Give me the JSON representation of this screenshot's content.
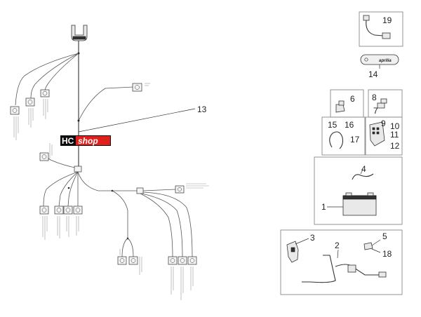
{
  "watermark": {
    "prefix": "HC",
    "suffix": "shop"
  },
  "callouts": {
    "c13": "13",
    "c19": "19",
    "c14": "14",
    "c6": "6",
    "c8": "8",
    "c7": "7",
    "c15": "15",
    "c16": "16",
    "c17": "17",
    "c9": "9",
    "c10": "10",
    "c11": "11",
    "c12": "12",
    "c4": "4",
    "c1": "1",
    "c3": "3",
    "c2": "2",
    "c5": "5",
    "c18": "18"
  },
  "emblem_text": "aprilia",
  "colors": {
    "watermark_bg": "#0d0d0d",
    "watermark_accent": "#e0201c",
    "watermark_text": "#ffffff"
  }
}
